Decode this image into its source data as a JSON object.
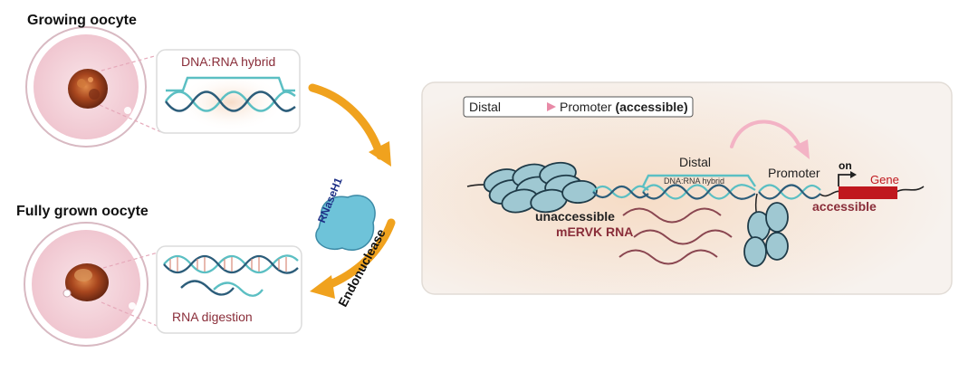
{
  "colors": {
    "dna_teal": "#5bbfc3",
    "dna_dark": "#2c5d7a",
    "rna_maroon": "#8a2e3a",
    "arrow_orange": "#f0a21e",
    "gene_red": "#c0181e",
    "pink_arrow": "#f3b3c5",
    "egg_pink": "#f3cfd8",
    "panel_bg": "#f6f0ea",
    "rnaseh1_blue": "#6ec3d9"
  },
  "top_left": {
    "title": "Growing oocyte",
    "inset_label": "DNA:RNA hybrid"
  },
  "bottom_left": {
    "title": "Fully grown oocyte",
    "inset_label": "RNA digestion"
  },
  "enzyme": {
    "name": "RNaseH1",
    "action": "Endonuclease"
  },
  "panel": {
    "legend_distal": "Distal",
    "legend_promoter": "Promoter",
    "legend_accessible": "(accessible)",
    "distal_label": "Distal",
    "hybrid_label": "DNA:RNA hybrid",
    "promoter_label": "Promoter",
    "on_label": "on",
    "gene_label": "Gene",
    "accessible_label": "accessible",
    "unaccessible_label": "unaccessible",
    "merv_label": "mERVK RNA"
  }
}
